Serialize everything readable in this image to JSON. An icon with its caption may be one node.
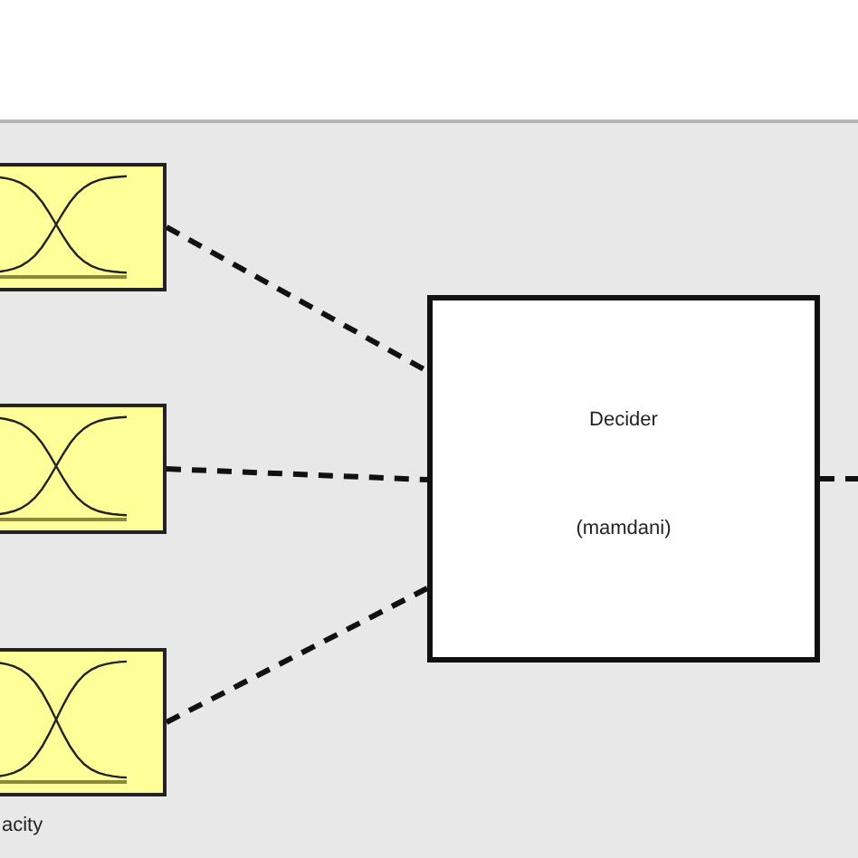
{
  "diagram": {
    "nodes": [
      {
        "text": [],
        "shape": "box"
      },
      {
        "text": [],
        "shape": "box"
      },
      {
        "text": [],
        "shape": "box",
        "beside": [
          "acity"
        ]
      },
      {
        "text": [
          "Decider",
          "(mamdani)"
        ]
      }
    ],
    "edges": [
      {
        "from": 0,
        "to": 3,
        "arrow": "none",
        "style": "dashed"
      },
      {
        "from": 1,
        "to": 3,
        "arrow": "none",
        "style": "dashed"
      },
      {
        "from": 2,
        "to": 3,
        "arrow": "none",
        "style": "dashed"
      },
      {
        "from": 3,
        "to": null,
        "arrow": "none",
        "style": "dashed"
      }
    ]
  }
}
